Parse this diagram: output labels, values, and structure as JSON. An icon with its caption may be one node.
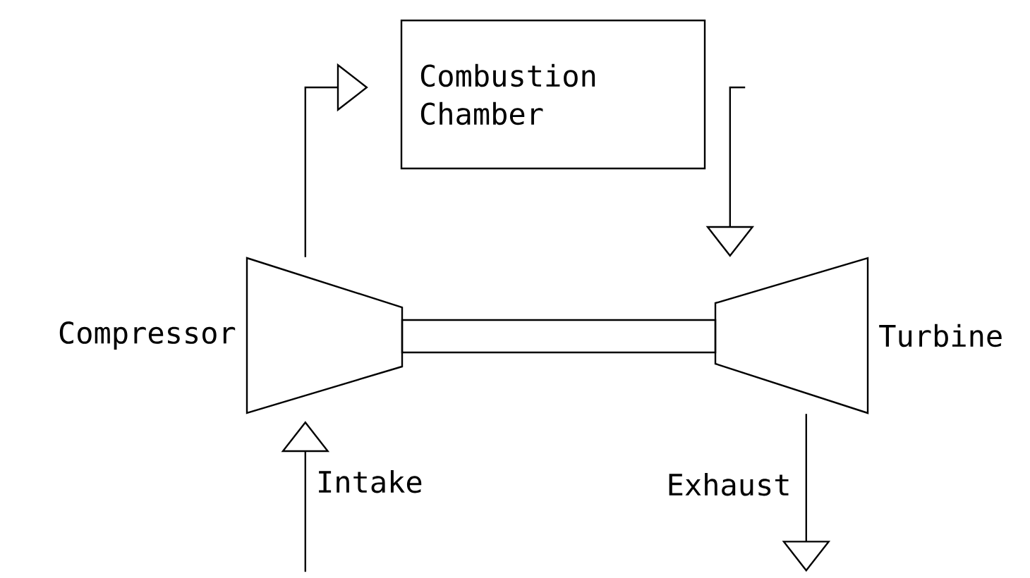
{
  "diagram": {
    "nodes": [
      {
        "text": [
          "Combustion Chamber"
        ]
      },
      {
        "text": [
          "Compressor"
        ]
      },
      {
        "text": [
          "Turbine"
        ]
      },
      {
        "text": [],
        "shape": "bar"
      }
    ],
    "edges": [
      {
        "from": 1,
        "to": 0,
        "arrow": "to"
      },
      {
        "from": 0,
        "to": 2,
        "arrow": "to"
      },
      {
        "from": null,
        "to": 1,
        "arrow": "to",
        "label": "Intake"
      },
      {
        "from": 2,
        "to": null,
        "arrow": "to",
        "label": "Exhaust"
      }
    ]
  }
}
